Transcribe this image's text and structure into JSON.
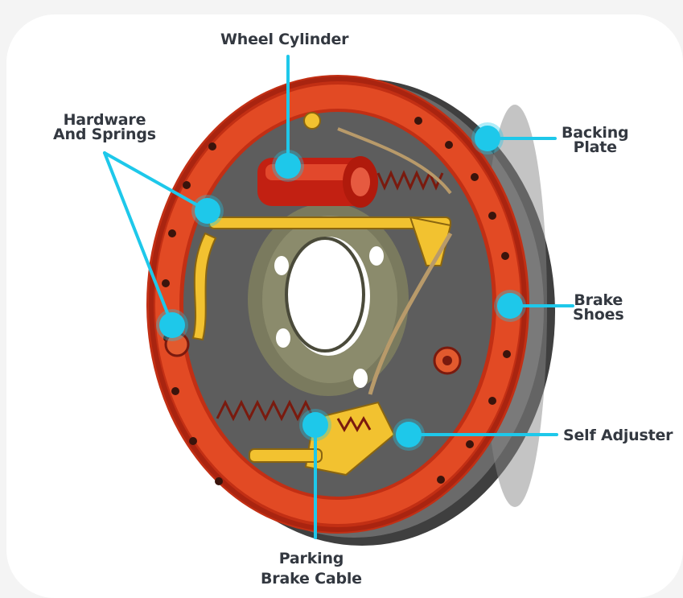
{
  "labels": {
    "wheel_cylinder": [
      "Wheel Cylinder"
    ],
    "hardware_springs": [
      "Hardware",
      "And Springs"
    ],
    "backing_plate": [
      "Backing",
      "Plate"
    ],
    "brake_shoes": [
      "Brake",
      "Shoes"
    ],
    "self_adjuster": [
      "Self Adjuster"
    ],
    "parking_brake_cable": [
      "Parking",
      "Brake Cable"
    ]
  },
  "colors": {
    "callout": "#1ec8ea",
    "shoe_red": "#d9391e",
    "plate_gray": "#5c5c5c",
    "hardware_yellow": "#f2c230",
    "label_text": "#333840"
  }
}
